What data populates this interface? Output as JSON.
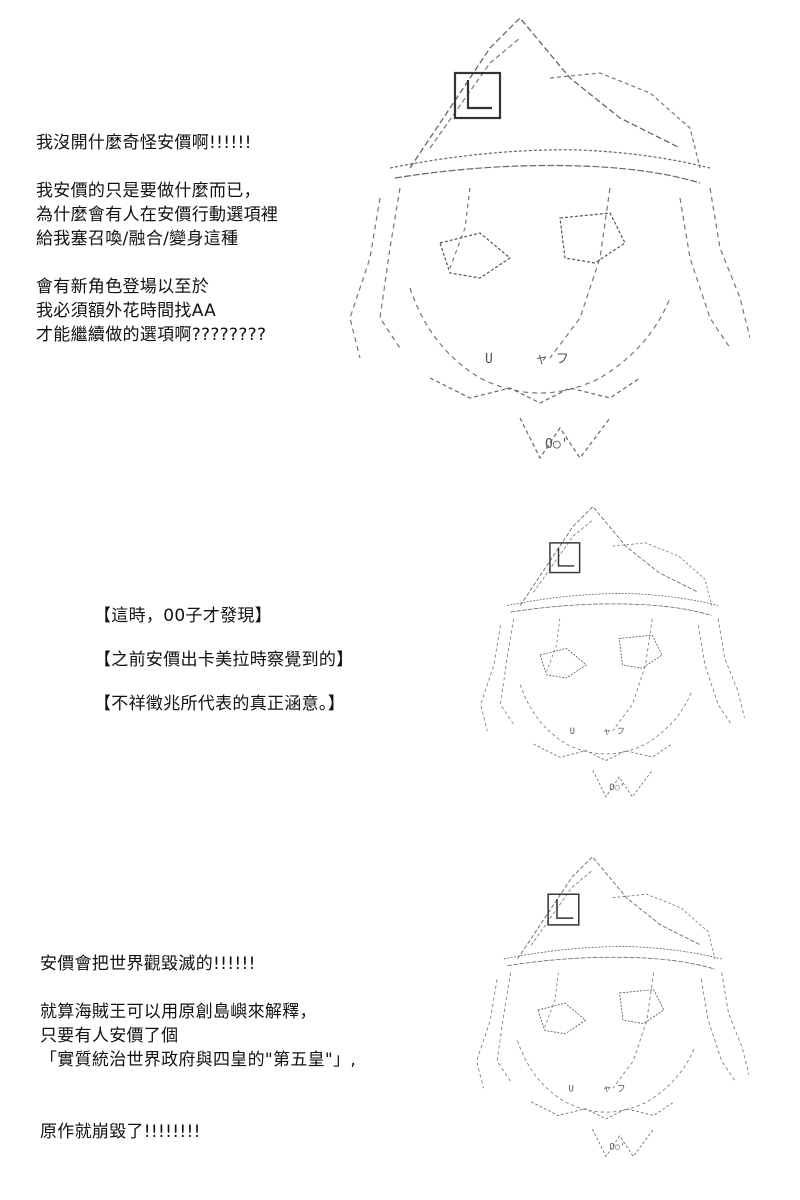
{
  "panels": [
    {
      "lines": [
        "我沒開什麼奇怪安價啊!!!!!!",
        "",
        "我安價的只是要做什麼而已，",
        "為什麼會有人在安價行動選項裡",
        "給我塞召喚/融合/變身這種",
        "",
        "會有新角色登場以至於",
        "我必須額外花時間找AA",
        "才能繼續做的選項啊????????"
      ]
    },
    {
      "lines": [
        "【這時，00子才發現】",
        "",
        "【之前安價出卡美拉時察覺到的】",
        "",
        "【不祥徵兆所代表的真正涵意。】"
      ]
    },
    {
      "lines": [
        "安價會把世界觀毀滅的!!!!!!",
        "",
        "就算海賊王可以用原創島嶼來解釋，",
        "只要有人安價了個",
        "「實質統治世界政府與四皇的\"第五皇\"」,",
        "",
        "",
        "原作就崩毀了!!!!!!!!"
      ]
    }
  ],
  "ascii_art": {
    "face_text": {
      "mouth_left": "U",
      "mouth_right": "ャ フ",
      "nose": "O○'"
    },
    "hat_icon": "hat-square-emblem-icon"
  }
}
